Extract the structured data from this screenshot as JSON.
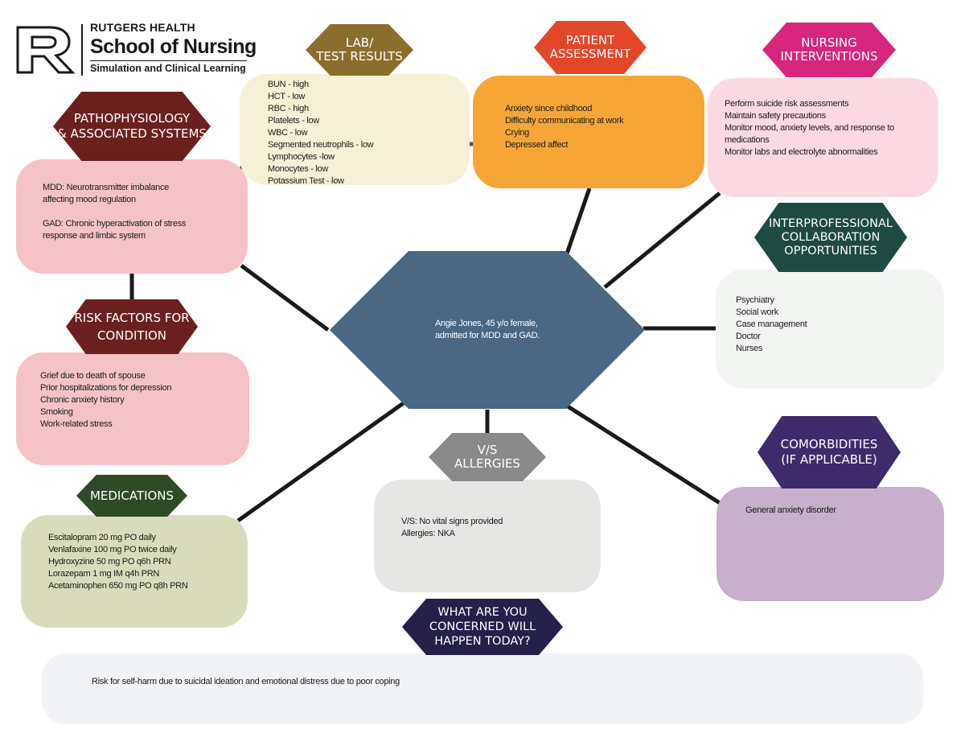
{
  "logo": {
    "letter": "R",
    "line1": "RUTGERS HEALTH",
    "line2": "School of Nursing",
    "line3": "Simulation and Clinical Learning"
  },
  "center": {
    "lines": [
      "Angie Jones, 45 y/o female,",
      "admitted for MDD and GAD."
    ],
    "color": "#4a6783"
  },
  "colors": {
    "lab": "#8b6e2e",
    "lab_box": "#f6f1d6",
    "patient": "#e3472a",
    "patient_box": "#f6a537",
    "nursing": "#d6267e",
    "nursing_box": "#fbd9e3",
    "patho": "#6b2020",
    "patho_box": "#f5c2c7",
    "risk": "#6b2020",
    "risk_box": "#f5c2c7",
    "inter": "#1e4a42",
    "inter_box": "#f3f5f3",
    "meds": "#2e4a26",
    "meds_box": "#d9dcbc",
    "vs": "#8a8a8a",
    "vs_box": "#e6e6e4",
    "comorb": "#3f2a6b",
    "comorb_box": "#c6b0cb",
    "concern": "#24204a",
    "concern_box": "#f2f3f6",
    "line": "#1a1a1a"
  },
  "sections": {
    "lab": {
      "title": [
        "LAB/",
        "TEST RESULTS"
      ],
      "lines": [
        "BUN - high",
        "HCT -  low",
        "RBC - high",
        "Platelets - low",
        "WBC - low",
        "Segmented neutrophils - low",
        "Lymphocytes -low",
        "Monocytes - low",
        "Potassium Test - low"
      ]
    },
    "patient": {
      "title": [
        "PATIENT",
        "ASSESSMENT"
      ],
      "lines": [
        "Anxiety since childhood",
        "Difficulty communicating at work",
        "Crying",
        "Depressed affect"
      ]
    },
    "nursing": {
      "title": [
        "NURSING",
        "INTERVENTIONS"
      ],
      "lines": [
        "Perform suicide risk assessments",
        "Maintain safety precautions",
        "Monitor mood, anxiety levels, and response to",
        "medications",
        "Monitor labs and electrolyte abnormalities"
      ]
    },
    "patho": {
      "title": [
        "PATHOPHYSIOLOGY",
        "& ASSOCIATED SYSTEMS"
      ],
      "lines": [
        "MDD: Neurotransmitter imbalance",
        "affecting mood regulation",
        "",
        "GAD: Chronic hyperactivation of stress",
        "response and limbic system"
      ]
    },
    "risk": {
      "title": [
        "RISK FACTORS FOR",
        "CONDITION"
      ],
      "lines": [
        "Grief due to death of spouse",
        "Prior hospitalizations for depression",
        "Chronic anxiety history",
        "Smoking",
        "Work-related  stress"
      ]
    },
    "inter": {
      "title": [
        "INTERPROFESSIONAL",
        "COLLABORATION",
        "OPPORTUNITIES"
      ],
      "lines": [
        "Psychiatry",
        "Social work",
        "Case management",
        "Doctor",
        "Nurses"
      ]
    },
    "meds": {
      "title": [
        "MEDICATIONS"
      ],
      "lines": [
        "Escitalopram 20 mg PO daily",
        "Venlafaxine 100 mg PO twice daily",
        "Hydroxyzine 50 mg PO q6h PRN",
        "Lorazepam 1 mg IM q4h PRN",
        "Acetaminophen 650 mg PO q8h PRN"
      ]
    },
    "vs": {
      "title": [
        "V/S",
        "ALLERGIES"
      ],
      "lines": [
        "V/S: No vital signs provided",
        "Allergies: NKA"
      ]
    },
    "comorb": {
      "title": [
        "COMORBIDITIES",
        "(IF APPLICABLE)"
      ],
      "lines": [
        "General anxiety disorder"
      ]
    },
    "concern": {
      "title": [
        "WHAT ARE YOU",
        "CONCERNED WILL",
        "HAPPEN TODAY?"
      ],
      "lines": [
        "Risk for self-harm due to suicidal ideation and emotional distress due to poor coping"
      ]
    }
  }
}
